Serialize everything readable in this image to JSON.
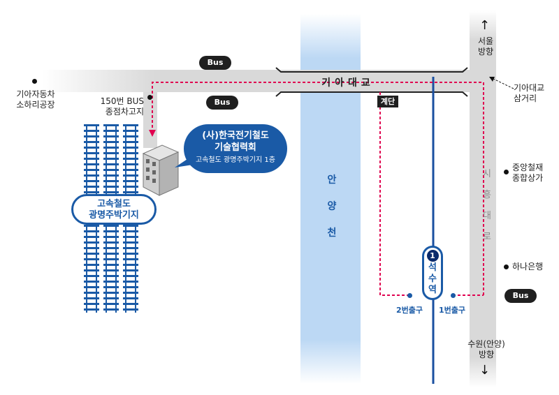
{
  "labels": {
    "kia_factory": [
      "기아자동차",
      "소하리공장"
    ],
    "bus150": [
      "150번 BUS",
      "종점차고지"
    ],
    "bus_top": "Bus",
    "bus_mid": "Bus",
    "bus_right": "Bus",
    "bridge": "기아대교",
    "stairs": "계단",
    "callout": {
      "line1": "(사)한국전기철도",
      "line2": "기술협력회",
      "line3": "고속철도 광명주박기지 1층"
    },
    "depot": [
      "고속철도",
      "광명주박기지"
    ],
    "stream": [
      "안",
      "양",
      "천"
    ],
    "road": [
      "시",
      "흥",
      "대",
      "로"
    ],
    "station_number": "1",
    "station_name": [
      "석",
      "수",
      "역"
    ],
    "exit2": "2번출구",
    "exit1": "1번출구",
    "seoul": [
      "서울",
      "방향"
    ],
    "suwon": [
      "수원(안양)",
      "방향"
    ],
    "kia_junction": [
      "기아대교",
      "삼거리"
    ],
    "jungang": [
      "중앙철재",
      "종합상가"
    ],
    "hana": "하나은행",
    "arrow_up": "↑",
    "arrow_down": "↓"
  },
  "colors": {
    "road": "#d9d9d9",
    "stream": "#bcd8f4",
    "route": "#e0004f",
    "subway_line": "#1a4fa0",
    "accent": "#1a5aa6"
  },
  "icons": [
    "building-icon",
    "railway-track-icon",
    "north-arrow-icon",
    "south-arrow-icon"
  ]
}
